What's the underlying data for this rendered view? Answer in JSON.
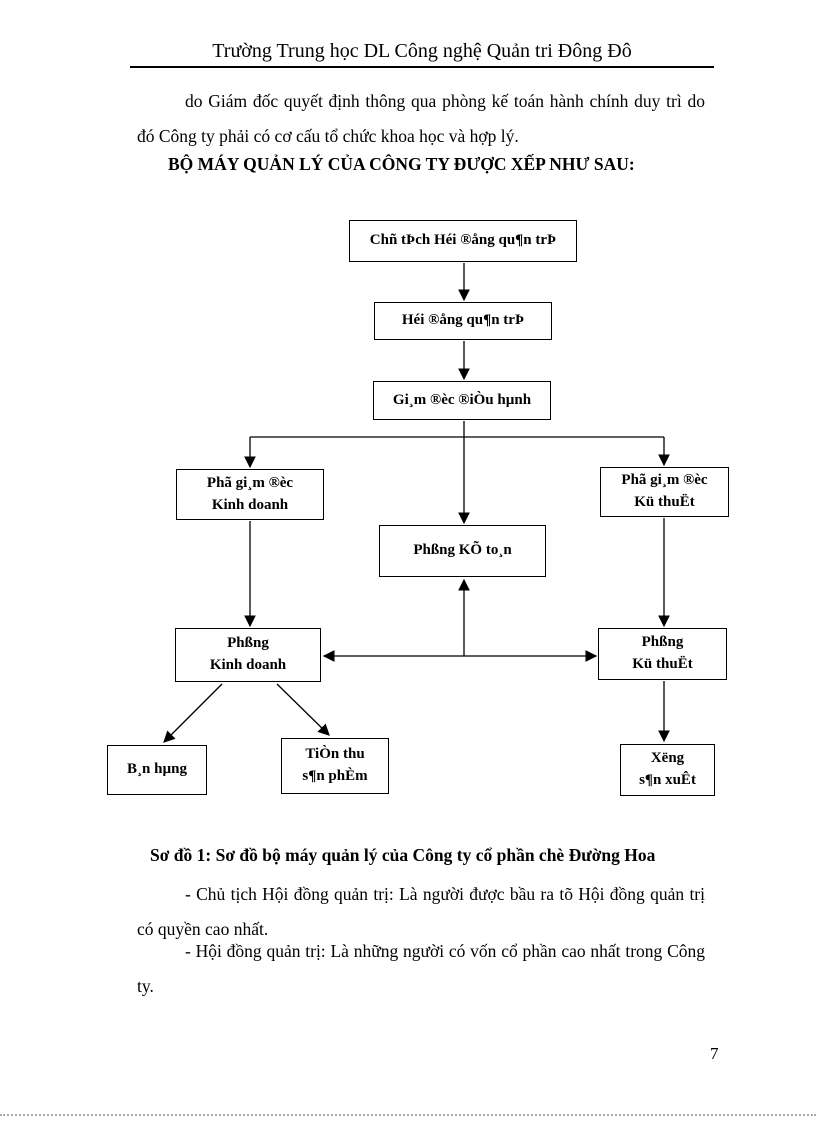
{
  "header": {
    "title": "Trường Trung học DL Công nghệ Quản tri Đông Đô"
  },
  "intro": {
    "paragraph": "do Giám đốc quyết định thông qua phòng kế toán hành chính duy trì do đó Công ty phải có cơ cấu tổ chức khoa học và hợp lý.",
    "heading": "BỘ MÁY QUẢN LÝ CỦA CÔNG TY ĐƯỢC XẾP NHƯ SAU:"
  },
  "diagram": {
    "boxes": [
      {
        "id": "chairman-of-board",
        "label": "Chñ tÞch Héi ®ång qu¶n trÞ"
      },
      {
        "id": "board-of-directors",
        "label": "Héi ®ång qu¶n trÞ"
      },
      {
        "id": "executive-director",
        "label": "Gi¸m ®èc ®iÒu hµnh"
      },
      {
        "id": "deputy-director-business",
        "label": "Phã gi¸m ®èc\nKinh doanh"
      },
      {
        "id": "deputy-director-technical",
        "label": "Phã gi¸m ®èc\nKü thuËt"
      },
      {
        "id": "accounting-dept",
        "label": "Phßng KÕ to¸n"
      },
      {
        "id": "business-dept",
        "label": "Phßng\nKinh doanh"
      },
      {
        "id": "technical-dept",
        "label": "Phßng\nKü thuËt"
      },
      {
        "id": "sales",
        "label": "B¸n hµng"
      },
      {
        "id": "product-revenue",
        "label": "TiÒn thu\ns¶n phÈm"
      },
      {
        "id": "production-workshop",
        "label": "Xëng\ns¶n xuÊt"
      }
    ]
  },
  "caption": "Sơ đồ 1: Sơ đồ bộ máy quản lý của Công ty cổ phần chè Đường Hoa",
  "body": {
    "para1": "- Chủ tịch Hội đồng quản trị: Là người được bầu ra tõ Hội đồng quản trị có quyền cao nhất.",
    "para2": "- Hội đồng quản trị: Là những người có vốn cổ phần cao nhất trong Công ty."
  },
  "footer": {
    "page_number": "7"
  }
}
